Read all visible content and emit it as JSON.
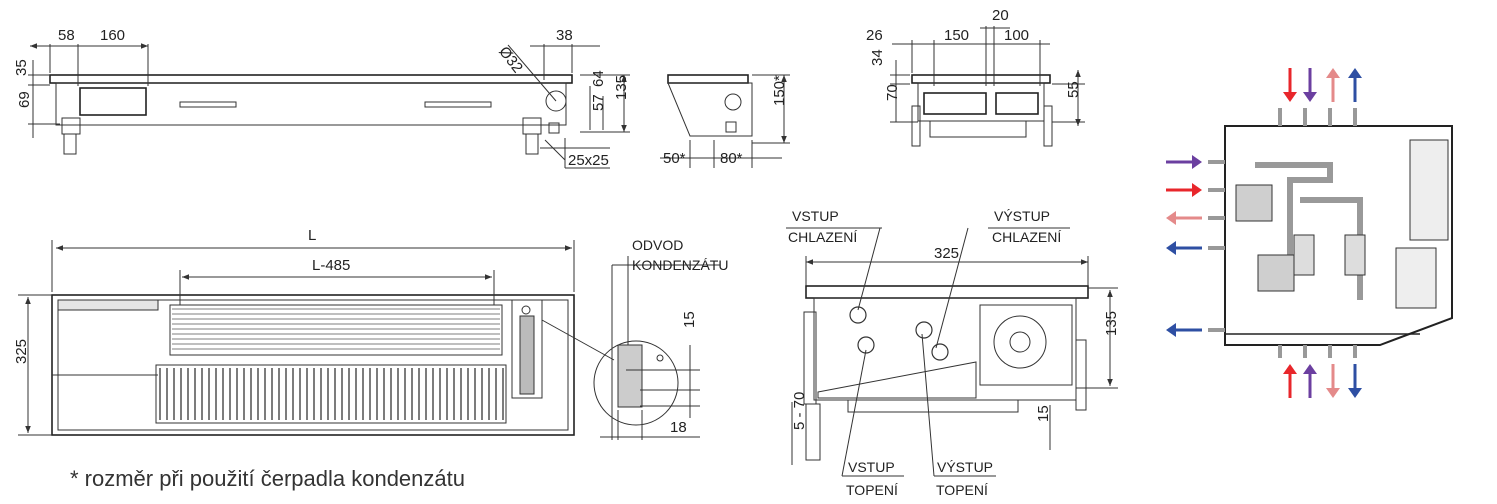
{
  "dimensions": {
    "top_view": [
      "58",
      "160",
      "38",
      "Ø32",
      "35",
      "69",
      "64",
      "57",
      "135",
      "25x25"
    ],
    "side_view": [
      "150*",
      "50*",
      "80*"
    ],
    "end_view": [
      "20",
      "26",
      "150",
      "100",
      "34",
      "70",
      "55"
    ],
    "plan_view": [
      "L",
      "L-485",
      "325"
    ],
    "detail": [
      "15",
      "18"
    ],
    "section": [
      "325",
      "135",
      "5 - 70",
      "15"
    ]
  },
  "labels": {
    "condensate": [
      "ODVOD",
      "KONDENZÁTU"
    ],
    "cooling_in": [
      "VSTUP",
      "CHLAZENÍ"
    ],
    "cooling_out": [
      "VÝSTUP",
      "CHLAZENÍ"
    ],
    "heating_in": [
      "VSTUP",
      "TOPENÍ"
    ],
    "heating_out": [
      "VÝSTUP",
      "TOPENÍ"
    ]
  },
  "footnote": "* rozměr při použití čerpadla kondenzátu",
  "colors": {
    "heating_in": "#e8262b",
    "cooling_in": "#6b3fa0",
    "heating_out": "#e48a8a",
    "cooling_out": "#2e4fa3"
  }
}
